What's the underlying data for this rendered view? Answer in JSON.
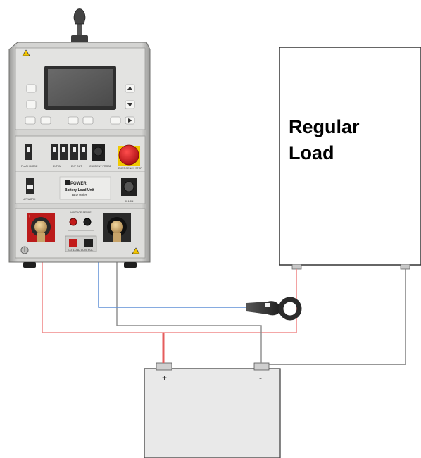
{
  "load": {
    "label_line1": "Regular",
    "label_line2": "Load"
  },
  "battery": {
    "positive_label": "+",
    "negative_label": "-"
  },
  "unit": {
    "brand": "POWER",
    "model_line1": "Battery Load Unit",
    "model_line2": "BLU series",
    "terminal_plus": "+",
    "terminal_minus": "-",
    "panel_labels": {
      "flash_mode": "FLASH MODE",
      "ext_in": "EXT IN",
      "ext_out": "EXT OUT",
      "current_probe": "CURRENT PROBE",
      "emergency": "EMERGENCY STOP",
      "network": "NETWORK",
      "alarm": "ALARM",
      "voltage_sense": "VOLTAGE SENSE",
      "ext_load": "EXT LOAD",
      "ext_load_control": "EXT LOAD CONTROL"
    }
  },
  "colors": {
    "positive_wire": "#f08a8a",
    "negative_wire": "#8a8a8a",
    "current_probe_wire": "#5e8fd6",
    "unit_body": "#cfcfcd",
    "battery_body": "#e9e9e9",
    "emergency_button": "#d21e22"
  }
}
